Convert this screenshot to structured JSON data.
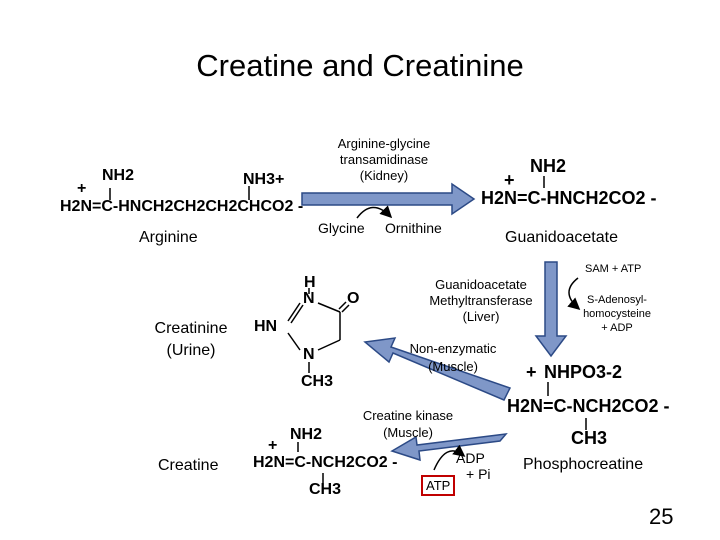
{
  "title": "Creatine and Creatinine",
  "page_number": "25",
  "molecules": {
    "arginine": {
      "name": "Arginine",
      "charge_plus": "+",
      "nh2": "NH2",
      "nh3": "NH3+",
      "backbone": "H2N=C-HNCH2CH2CH2CHCO2 -"
    },
    "guanidoacetate": {
      "name": "Guanidoacetate",
      "charge_plus": "+",
      "nh2": "NH2",
      "backbone": "H2N=C-HNCH2CO2 -"
    },
    "creatinine": {
      "name_line1": "Creatinine",
      "name_line2": "(Urine)",
      "h": "H",
      "n_top": "N",
      "o": "O",
      "hn": "HN",
      "n_bottom": "N",
      "ch3": "CH3"
    },
    "phosphocreatine": {
      "name": "Phosphocreatine",
      "charge_plus": "+",
      "nhpo3": "NHPO3-2",
      "backbone": "H2N=C-NCH2CO2 -",
      "ch3": "CH3"
    },
    "creatine": {
      "name": "Creatine",
      "charge_plus": "+",
      "nh2": "NH2",
      "backbone": "H2N=C-NCH2CO2 -",
      "ch3": "CH3"
    }
  },
  "enzymes": {
    "transamidinase": {
      "line1": "Arginine-glycine",
      "line2": "transamidinase",
      "line3": "(Kidney)"
    },
    "methyltransferase": {
      "line1": "Guanidoacetate",
      "line2": "Methyltransferase",
      "line3": "(Liver)"
    },
    "nonenzymatic": {
      "line1": "Non-enzymatic",
      "line2": "(Muscle)"
    },
    "creatine_kinase": {
      "line1": "Creatine kinase",
      "line2": "(Muscle)"
    }
  },
  "cofactors": {
    "glycine": "Glycine",
    "ornithine": "Ornithine",
    "sam_atp": "SAM + ATP",
    "sah_line1": "S-Adenosyl-",
    "sah_line2": "homocysteine",
    "sah_line3": "+ ADP",
    "adp": "ADP",
    "pi": "+ Pi",
    "atp": "ATP"
  },
  "colors": {
    "arrow_fill": "#7f97c8",
    "arrow_stroke": "#2c4a86",
    "atp_box": "#c00000"
  }
}
